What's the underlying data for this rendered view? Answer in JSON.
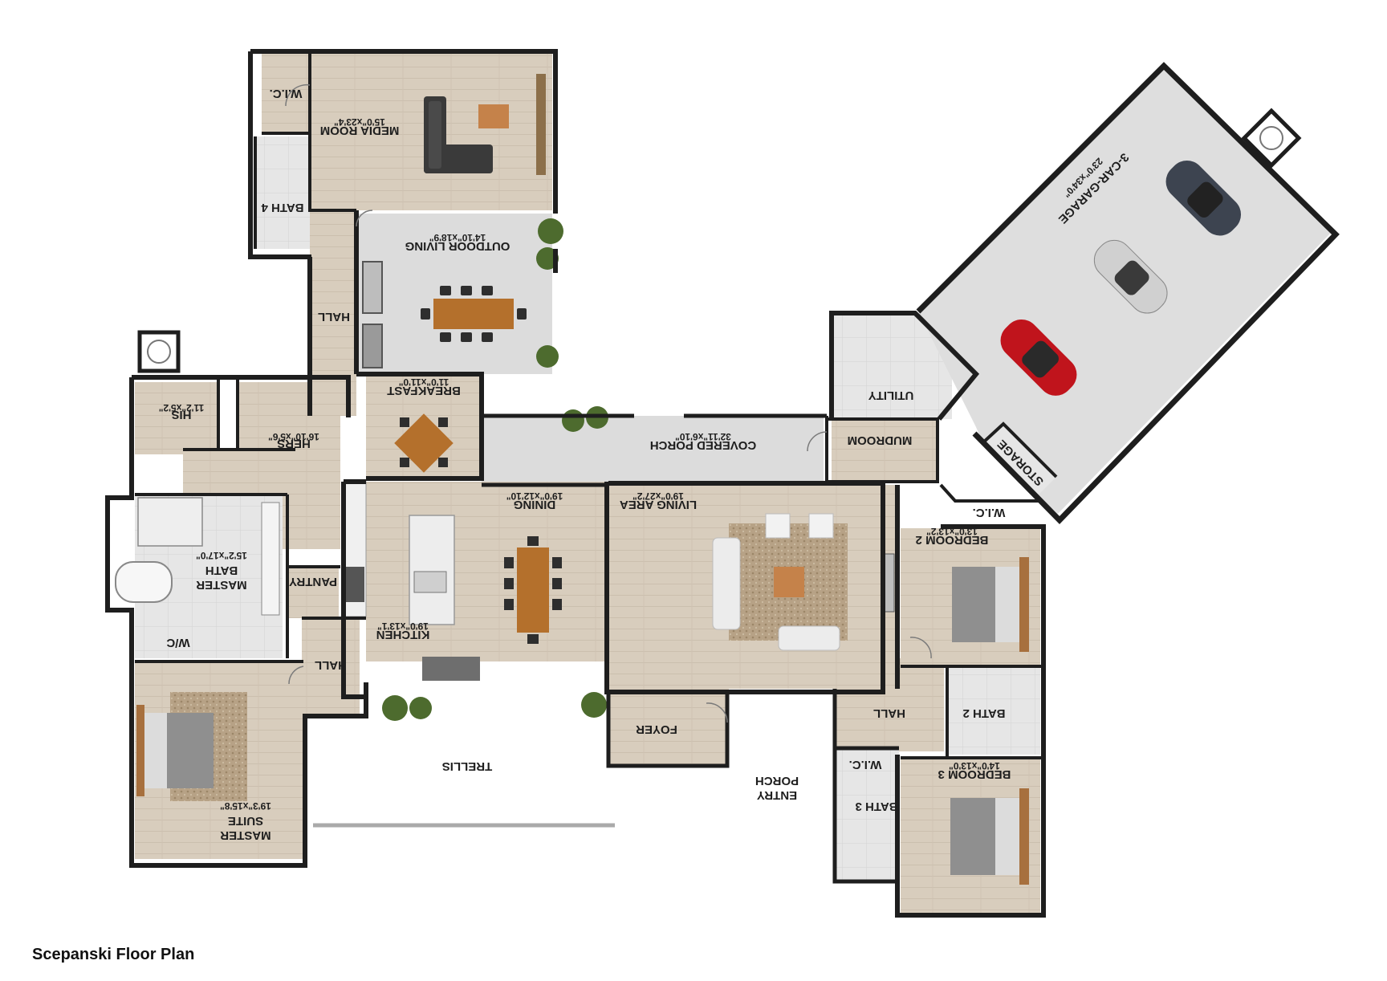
{
  "caption": "Scepanski Floor Plan",
  "colors": {
    "wood_floor": "#d8cdbd",
    "tile_floor": "#e3e3e3",
    "concrete": "#d9d9d9",
    "wall": "#1e1e1e",
    "rug": "#b9a58b",
    "table_wood": "#b4702c",
    "car_red": "#c0141c",
    "car_silver": "#cfcfcf",
    "car_charcoal": "#3d4450",
    "plant": "#4d6b2e"
  },
  "rooms": {
    "wic_top": {
      "name": "W.I.C.",
      "dims": ""
    },
    "media_room": {
      "name": "MEDIA ROOM",
      "dims": "15'0\"x23'4\""
    },
    "bath4": {
      "name": "BATH 4",
      "dims": ""
    },
    "outdoor_living": {
      "name": "OUTDOOR LIVING",
      "dims": "14'10\"x18'9\""
    },
    "hall_upper": {
      "name": "HALL",
      "dims": ""
    },
    "garage": {
      "name": "3-CAR-GARAGE",
      "dims": "23'0\"x34'0\""
    },
    "utility": {
      "name": "UTILITY",
      "dims": ""
    },
    "his": {
      "name": "HIS",
      "dims": "11'2\"x5'2\""
    },
    "hers": {
      "name": "HERS",
      "dims": "16'10\"x5'6\""
    },
    "breakfast": {
      "name": "BREAKFAST",
      "dims": "11'0\"x11'0\""
    },
    "covered_porch": {
      "name": "COVERED PORCH",
      "dims": "32'11\"x6'10\""
    },
    "mudroom": {
      "name": "MUDROOM",
      "dims": ""
    },
    "storage": {
      "name": "STORAGE",
      "dims": ""
    },
    "wic_bed2": {
      "name": "W.I.C.",
      "dims": ""
    },
    "master_bath": {
      "name": "MASTER\nBATH",
      "dims": "15'2\"x17'0\""
    },
    "pantry": {
      "name": "PANTRY",
      "dims": ""
    },
    "dining": {
      "name": "DINING",
      "dims": "19'0\"x12'10\""
    },
    "living_area": {
      "name": "LIVING AREA",
      "dims": "19'0\"x27'2\""
    },
    "bedroom2": {
      "name": "BEDROOM 2",
      "dims": "13'0\"x13'2\""
    },
    "wc": {
      "name": "W/C",
      "dims": ""
    },
    "kitchen": {
      "name": "KITCHEN",
      "dims": "19'0\"x13'1\""
    },
    "hall_master": {
      "name": "HALL",
      "dims": ""
    },
    "hall_right": {
      "name": "HALL",
      "dims": ""
    },
    "bath2": {
      "name": "BATH 2",
      "dims": ""
    },
    "foyer": {
      "name": "FOYER",
      "dims": ""
    },
    "trellis": {
      "name": "TRELLIS",
      "dims": ""
    },
    "entry_porch": {
      "name": "ENTRY\nPORCH",
      "dims": ""
    },
    "wic_bed3": {
      "name": "W.I.C.",
      "dims": ""
    },
    "bedroom3": {
      "name": "BEDROOM 3",
      "dims": "14'0\"x13'0\""
    },
    "bath3": {
      "name": "BATH 3",
      "dims": ""
    },
    "master_suite": {
      "name": "MASTER\nSUITE",
      "dims": "19'3\"x15'8\""
    }
  }
}
